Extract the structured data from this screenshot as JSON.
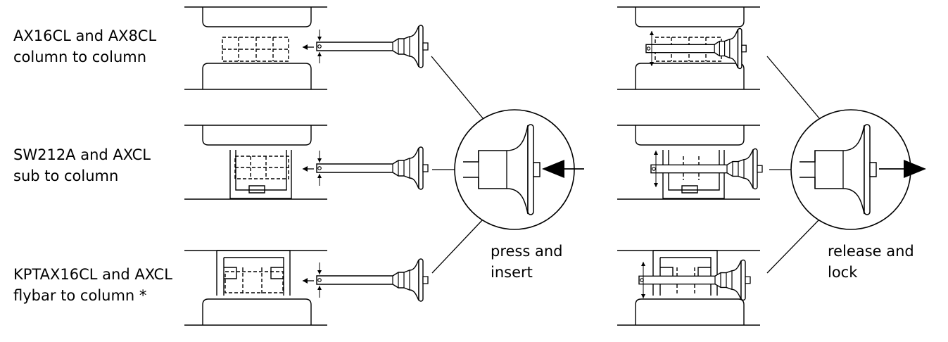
{
  "rows": [
    {
      "line1": "AX16CL and AX8CL",
      "line2": "column to column"
    },
    {
      "line1": "SW212A and AXCL",
      "line2": "sub to column"
    },
    {
      "line1": "KPTAX16CL and AXCL",
      "line2": "flybar to column *"
    }
  ],
  "steps": [
    {
      "line1": "press and",
      "line2": "insert"
    },
    {
      "line1": "release and",
      "line2": "lock"
    }
  ]
}
